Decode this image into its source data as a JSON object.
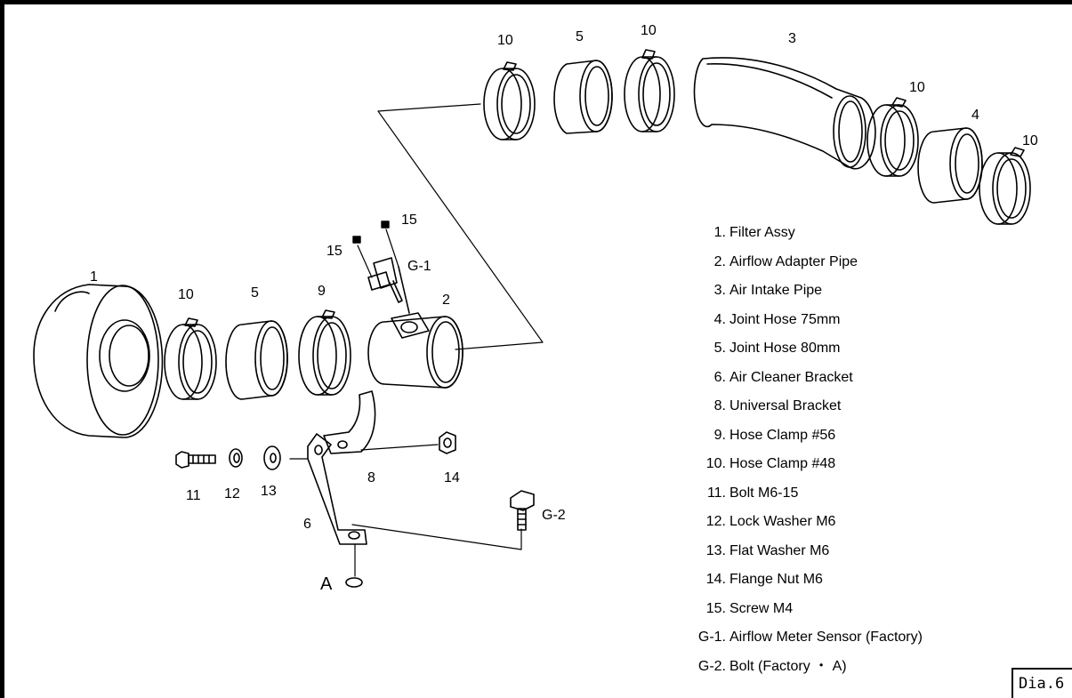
{
  "callouts": {
    "c10_a": "10",
    "c5_top": "5",
    "c10_b": "10",
    "c3": "3",
    "c10_c": "10",
    "c4": "4",
    "c10_d": "10",
    "c15_a": "15",
    "c15_b": "15",
    "cG1": "G-1",
    "c1": "1",
    "c10_e": "10",
    "c5_mid": "5",
    "c9": "9",
    "c2": "2",
    "c11": "11",
    "c12": "12",
    "c13": "13",
    "c8": "8",
    "c14": "14",
    "cG2": "G-2",
    "c6": "6",
    "cA": "A"
  },
  "legend": [
    {
      "num": "1.",
      "text": "Filter Assy"
    },
    {
      "num": "2.",
      "text": "Airflow Adapter Pipe"
    },
    {
      "num": "3.",
      "text": "Air Intake Pipe"
    },
    {
      "num": "4.",
      "text": "Joint Hose 75mm"
    },
    {
      "num": "5.",
      "text": "Joint Hose 80mm"
    },
    {
      "num": "6.",
      "text": "Air Cleaner Bracket"
    },
    {
      "num": "8.",
      "text": "Universal Bracket"
    },
    {
      "num": "9.",
      "text": "Hose Clamp #56"
    },
    {
      "num": "10.",
      "text": "Hose Clamp #48"
    },
    {
      "num": "11.",
      "text": "Bolt M6-15"
    },
    {
      "num": "12.",
      "text": "Lock Washer M6"
    },
    {
      "num": "13.",
      "text": "Flat Washer M6"
    },
    {
      "num": "14.",
      "text": "Flange Nut M6"
    },
    {
      "num": "15.",
      "text": "Screw M4"
    },
    {
      "num": "G-1.",
      "text": "Airflow Meter Sensor (Factory)"
    },
    {
      "num": "G-2.",
      "text": "Bolt  (Factory ・ A)"
    }
  ],
  "badge": "Dia.6"
}
